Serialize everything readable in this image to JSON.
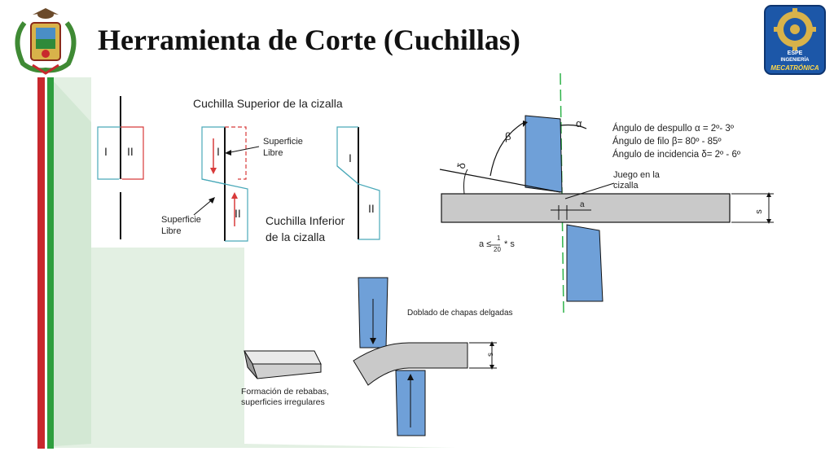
{
  "slide": {
    "title": "Herramienta de Corte (Cuchillas)",
    "logo_right_lines": [
      "ESPE",
      "INGENIERÍA",
      "MECATRÓNICA"
    ]
  },
  "shear_diagram": {
    "upper_caption": "Cuchilla Superior de la cizalla",
    "lower_caption_1": "Cuchilla Inferior",
    "lower_caption_2": "de la cizalla",
    "free_surface_a1": "Superficie",
    "free_surface_a2": "Libre",
    "free_surface_b1": "Superficie",
    "free_surface_b2": "Libre",
    "roman_1": "I",
    "roman_2": "II"
  },
  "angle_diagram": {
    "alpha_label": "Ángulo de despullo α = 2º- 3º",
    "beta_label": "Ángulo de filo β= 80º - 85º",
    "delta_label": "Ángulo de incidencia δ= 2º - 6º",
    "clearance_1": "Juego en la",
    "clearance_2": "cizalla",
    "alpha": "α",
    "beta": "β",
    "delta": "δ",
    "a": "a",
    "s": "s",
    "formula_lhs": "a ≤",
    "formula_num": "1",
    "formula_den": "20",
    "formula_rhs": "* s"
  },
  "bending_diagram": {
    "caption": "Doblado de chapas delgadas",
    "s": "s"
  },
  "burr_diagram": {
    "caption_1": "Formación de rebabas,",
    "caption_2": "superficies irregulares"
  },
  "colors": {
    "blade_blue": "#6fa0d8",
    "sheet_gray": "#c9c9c9",
    "stripe_red": "#c8282d",
    "stripe_green": "#2e9e3e",
    "green_panel": "#dfeee0",
    "dash_green": "#2fb34a",
    "outline_teal": "#4aa9b9",
    "outline_red": "#d83a3a"
  }
}
